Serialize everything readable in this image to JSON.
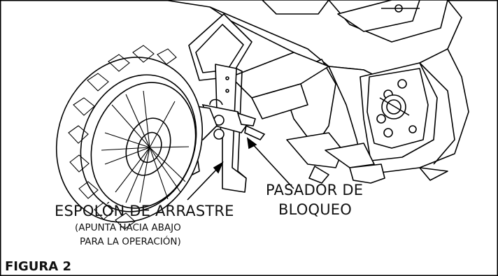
{
  "labels": {
    "drag_spur": {
      "title": "ESPOLÓN DE ARRASTRE",
      "note_line1": "(APUNTA HACIA ABAJO",
      "note_line2": "PARA LA OPERACIÓN)"
    },
    "lock_pin": {
      "line1": "PASADOR DE",
      "line2": "BLOQUEO"
    }
  },
  "figure": {
    "caption": "FIGURA 2"
  },
  "colors": {
    "line": "#000000",
    "background": "#ffffff"
  }
}
